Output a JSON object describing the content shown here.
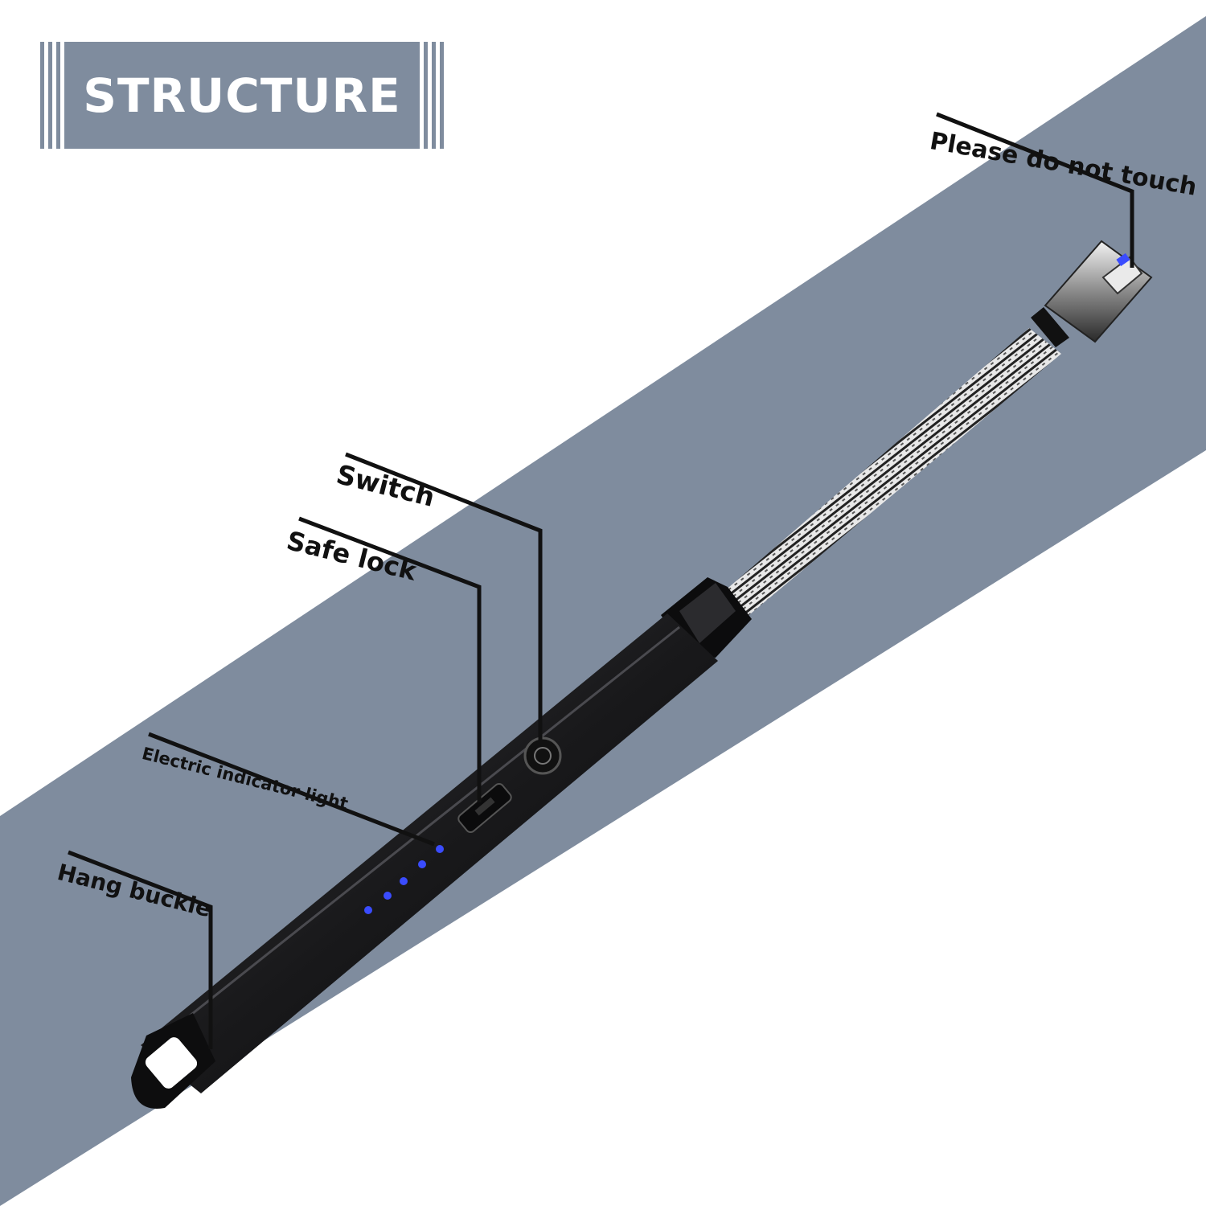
{
  "title": "STRUCTURE",
  "callouts": {
    "please_do_not_touch": "Please do not touch",
    "switch": "Switch",
    "safe_lock": "Safe lock",
    "electric_indicator_light": "Electric  indicator light",
    "hang_buckle": "Hang buckle"
  },
  "colors": {
    "band": "#7f8c9e",
    "title_bg": "#7f8c9e",
    "body_dark": "#1b1b1d",
    "indicator_led": "#3a4cff",
    "leader_line": "#111111"
  }
}
